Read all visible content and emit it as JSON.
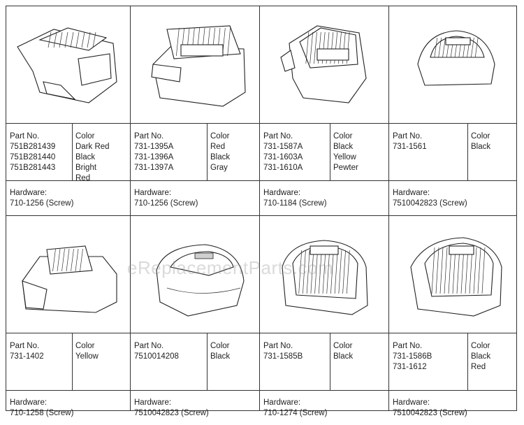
{
  "labels": {
    "part_no": "Part No.",
    "color": "Color",
    "hardware": "Hardware:"
  },
  "cells": [
    {
      "parts": [
        "751B281439",
        "751B281440",
        "751B281443"
      ],
      "colors": [
        "Dark Red",
        "Black",
        "Bright",
        "Red"
      ],
      "hardware": "710-1256 (Screw)",
      "icon": "engine-cover-1-icon"
    },
    {
      "parts": [
        "731-1395A",
        "731-1396A",
        "731-1397A"
      ],
      "colors": [
        "Red",
        "Black",
        "Gray"
      ],
      "hardware": "710-1256 (Screw)",
      "icon": "engine-cover-2-icon"
    },
    {
      "parts": [
        "731-1587A",
        "731-1603A",
        "731-1610A"
      ],
      "colors": [
        "Black",
        "Yellow",
        "Pewter"
      ],
      "hardware": "710-1184 (Screw)",
      "icon": "engine-cover-3-icon"
    },
    {
      "parts": [
        "731-1561"
      ],
      "colors": [
        "Black"
      ],
      "hardware": "7510042823 (Screw)",
      "icon": "engine-cover-4-icon"
    },
    {
      "parts": [
        "731-1402"
      ],
      "colors": [
        "Yellow"
      ],
      "hardware": "710-1258 (Screw)",
      "icon": "engine-cover-5-icon"
    },
    {
      "parts": [
        "7510014208"
      ],
      "colors": [
        "Black"
      ],
      "hardware": "7510042823 (Screw)",
      "icon": "engine-cover-6-icon"
    },
    {
      "parts": [
        "731-1585B"
      ],
      "colors": [
        "Black"
      ],
      "hardware": "710-1274 (Screw)",
      "icon": "engine-cover-7-icon"
    },
    {
      "parts": [
        "731-1586B",
        "731-1612"
      ],
      "colors": [
        "Black",
        "Red"
      ],
      "hardware": "7510042823 (Screw)",
      "icon": "engine-cover-8-icon"
    }
  ],
  "watermark": "eReplacementParts.com"
}
